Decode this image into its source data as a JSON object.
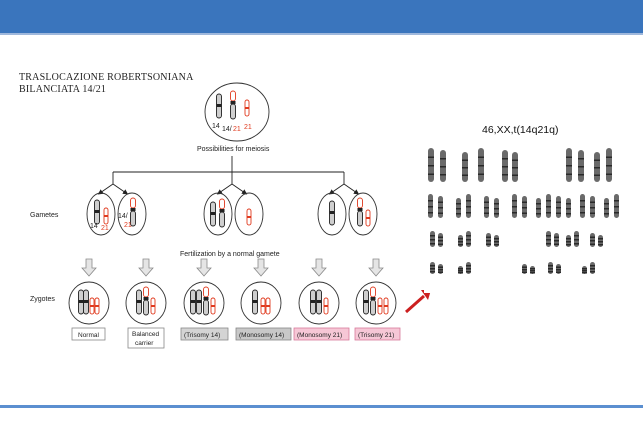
{
  "slide": {
    "title_line1": "TRASLOCAZIONE ROBERTSONIANA",
    "title_line2": "BILANCIATA 14/21",
    "karyotype_label": "46,XX,t(14q21q)"
  },
  "diagram": {
    "parent_labels": {
      "c14": "14",
      "c1421": "14/",
      "c1421b": "21",
      "c21": "21"
    },
    "possibilities": "Possibilities for meiosis",
    "gametes_label": "Gametes",
    "gamete_labels": {
      "a": "14",
      "b": "21",
      "c": "14/",
      "d": "21"
    },
    "fertilization": "Fertilization by a normal gamete",
    "zygotes_label": "Zygotes",
    "outcomes": [
      {
        "line1": "Normal",
        "line2": "",
        "fill": "#ffffff",
        "border": "#888888"
      },
      {
        "line1": "Balanced",
        "line2": "carrier",
        "fill": "#ffffff",
        "border": "#888888"
      },
      {
        "line1": "(Trisomy 14)",
        "line2": "",
        "fill": "#d4d4d4",
        "border": "#888888"
      },
      {
        "line1": "(Monosomy 14)",
        "line2": "",
        "fill": "#c8c8c8",
        "border": "#888888"
      },
      {
        "line1": "(Monosomy 21)",
        "line2": "",
        "fill": "#f6c7d6",
        "border": "#d77a9c"
      },
      {
        "line1": "(Trisomy 21)",
        "line2": "",
        "fill": "#f6c7d6",
        "border": "#d77a9c"
      }
    ]
  },
  "colors": {
    "header": "#3a75bd",
    "accent_line": "#5b8fd0",
    "red": "#e03a1e",
    "arrow": "#cc1f1f"
  }
}
